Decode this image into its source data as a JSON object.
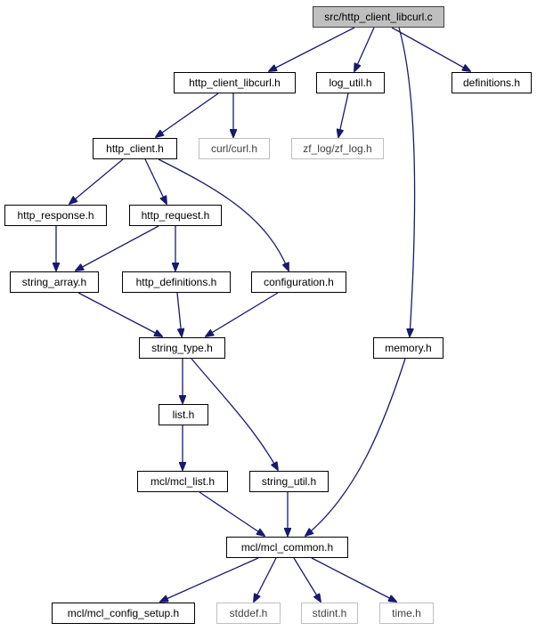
{
  "nodes": [
    {
      "id": "root",
      "label": "src/http_client_libcurl.c",
      "style": "root"
    },
    {
      "id": "http_client_libcurl_h",
      "label": "http_client_libcurl.h",
      "style": "normal"
    },
    {
      "id": "log_util_h",
      "label": "log_util.h",
      "style": "normal"
    },
    {
      "id": "definitions_h",
      "label": "definitions.h",
      "style": "normal"
    },
    {
      "id": "http_client_h",
      "label": "http_client.h",
      "style": "normal"
    },
    {
      "id": "curl_h",
      "label": "curl/curl.h",
      "style": "external"
    },
    {
      "id": "zf_log_h",
      "label": "zf_log/zf_log.h",
      "style": "external"
    },
    {
      "id": "http_response_h",
      "label": "http_response.h",
      "style": "normal"
    },
    {
      "id": "http_request_h",
      "label": "http_request.h",
      "style": "normal"
    },
    {
      "id": "string_array_h",
      "label": "string_array.h",
      "style": "normal"
    },
    {
      "id": "http_definitions_h",
      "label": "http_definitions.h",
      "style": "normal"
    },
    {
      "id": "configuration_h",
      "label": "configuration.h",
      "style": "normal"
    },
    {
      "id": "string_type_h",
      "label": "string_type.h",
      "style": "normal"
    },
    {
      "id": "memory_h",
      "label": "memory.h",
      "style": "normal"
    },
    {
      "id": "list_h",
      "label": "list.h",
      "style": "normal"
    },
    {
      "id": "mcl_list_h",
      "label": "mcl/mcl_list.h",
      "style": "normal"
    },
    {
      "id": "string_util_h",
      "label": "string_util.h",
      "style": "normal"
    },
    {
      "id": "mcl_common_h",
      "label": "mcl/mcl_common.h",
      "style": "normal"
    },
    {
      "id": "mcl_config_setup_h",
      "label": "mcl/mcl_config_setup.h",
      "style": "normal"
    },
    {
      "id": "stddef_h",
      "label": "stddef.h",
      "style": "external"
    },
    {
      "id": "stdint_h",
      "label": "stdint.h",
      "style": "external"
    },
    {
      "id": "time_h",
      "label": "time.h",
      "style": "external"
    }
  ],
  "edges": [
    {
      "from": "root",
      "to": "http_client_libcurl_h"
    },
    {
      "from": "root",
      "to": "log_util_h"
    },
    {
      "from": "root",
      "to": "definitions_h"
    },
    {
      "from": "root",
      "to": "memory_h"
    },
    {
      "from": "http_client_libcurl_h",
      "to": "http_client_h"
    },
    {
      "from": "http_client_libcurl_h",
      "to": "curl_h"
    },
    {
      "from": "log_util_h",
      "to": "zf_log_h"
    },
    {
      "from": "http_client_h",
      "to": "http_response_h"
    },
    {
      "from": "http_client_h",
      "to": "http_request_h"
    },
    {
      "from": "http_client_h",
      "to": "configuration_h"
    },
    {
      "from": "http_response_h",
      "to": "string_array_h"
    },
    {
      "from": "http_request_h",
      "to": "string_array_h"
    },
    {
      "from": "http_request_h",
      "to": "http_definitions_h"
    },
    {
      "from": "string_array_h",
      "to": "string_type_h"
    },
    {
      "from": "http_definitions_h",
      "to": "string_type_h"
    },
    {
      "from": "configuration_h",
      "to": "string_type_h"
    },
    {
      "from": "string_type_h",
      "to": "list_h"
    },
    {
      "from": "string_type_h",
      "to": "string_util_h"
    },
    {
      "from": "list_h",
      "to": "mcl_list_h"
    },
    {
      "from": "mcl_list_h",
      "to": "mcl_common_h"
    },
    {
      "from": "string_util_h",
      "to": "mcl_common_h"
    },
    {
      "from": "memory_h",
      "to": "mcl_common_h"
    },
    {
      "from": "mcl_common_h",
      "to": "mcl_config_setup_h"
    },
    {
      "from": "mcl_common_h",
      "to": "stddef_h"
    },
    {
      "from": "mcl_common_h",
      "to": "stdint_h"
    },
    {
      "from": "mcl_common_h",
      "to": "time_h"
    }
  ],
  "colors": {
    "edge": "#191970",
    "normal_border": "#000000",
    "normal_fill": "#ffffff",
    "root_fill": "#bfbfbf",
    "root_border": "#404040",
    "external_border": "#bfbfbf",
    "external_text": "#404040",
    "text": "#000000"
  }
}
